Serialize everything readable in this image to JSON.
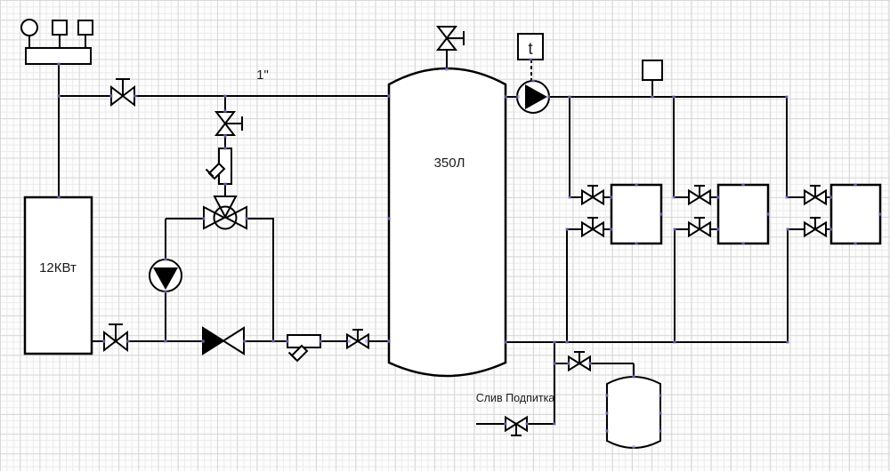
{
  "labels": {
    "boiler_power": "12КВт",
    "tank_volume": "350Л",
    "pipe_size": "1\"",
    "temp_sensor": "t",
    "drain_makeup": "Слив Подпитка"
  },
  "colors": {
    "bg": "#fdfdfd",
    "grid_minor": "#ebebeb",
    "grid_major": "#d8d8d8",
    "line": "#000000",
    "marker": "#8a8af0",
    "text": "#1c1c1c"
  }
}
